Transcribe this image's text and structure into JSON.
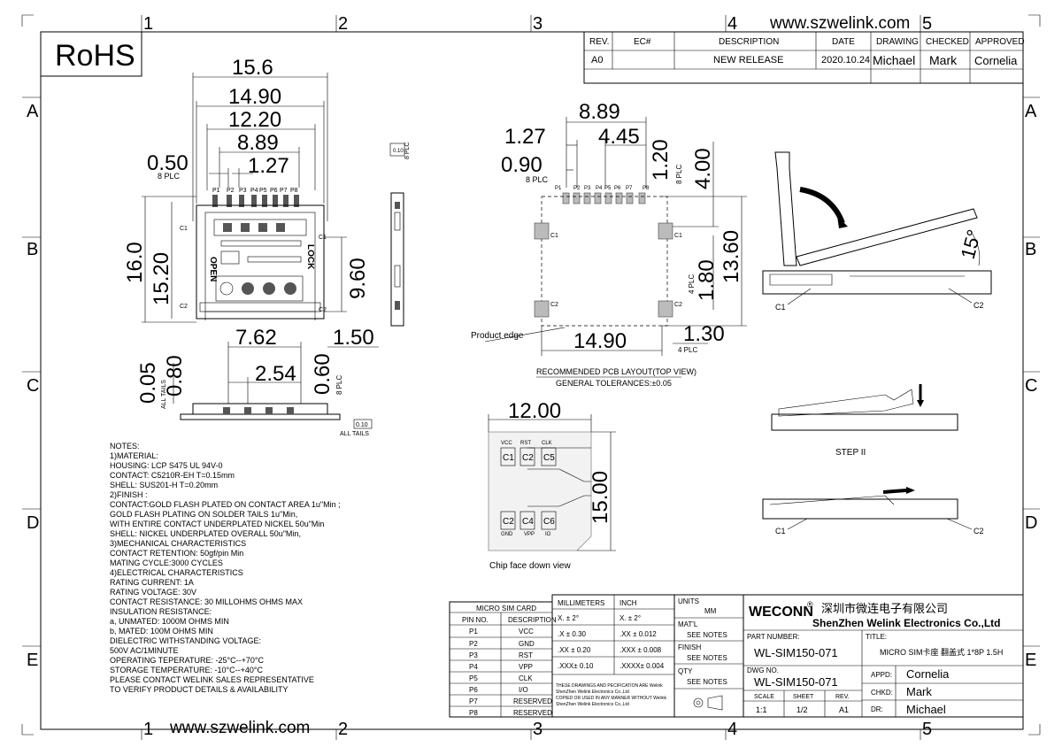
{
  "website": "www.szwelink.com",
  "rohs": "RoHS",
  "grid": {
    "columns": [
      "1",
      "2",
      "3",
      "4",
      "5"
    ],
    "rows": [
      "A",
      "B",
      "C",
      "D",
      "E"
    ]
  },
  "revision_table": {
    "headers": [
      "REV.",
      "EC#",
      "DESCRIPTION",
      "DATE",
      "DRAWING",
      "CHECKED",
      "APPROVED"
    ],
    "row": [
      "A0",
      "",
      "NEW RELEASE",
      "2020.10.24",
      "Michael",
      "Mark",
      "Cornelia"
    ]
  },
  "dims": {
    "w156": "15.6",
    "w1490": "14.90",
    "w1220": "12.20",
    "w889": "8.89",
    "w050": "0.50",
    "w127": "1.27",
    "plc8": "8 PLC",
    "h160": "16.0",
    "h1520": "15.20",
    "h960": "9.60",
    "w762": "7.62",
    "w254": "2.54",
    "w150": "1.50",
    "h005": "0.05",
    "h080": "0.80",
    "h060": "0.60",
    "alltails": "ALL TAILS",
    "tol010": "0.10",
    "open": "OPEN",
    "lock": "LOCK",
    "c1": "C1",
    "c2": "C2",
    "pins": [
      "P1",
      "P2",
      "P3",
      "P4",
      "P5",
      "P6",
      "P7",
      "P8"
    ]
  },
  "pcb": {
    "d889": "8.89",
    "d127": "1.27",
    "d445": "4.45",
    "d090": "0.90",
    "d120": "1.20",
    "d400": "4.00",
    "d180": "1.80",
    "d1360": "13.60",
    "d1490": "14.90",
    "d130": "1.30",
    "plc4": "4 PLC",
    "plc8": "8 PLC",
    "product_edge": "Product edge",
    "caption": "RECOMMENDED PCB LAYOUT(TOP VIEW)",
    "tolerance": "GENERAL TOLERANCES:±0.05"
  },
  "side": {
    "angle": "15°",
    "c1": "C1",
    "c2": "C2",
    "step": "STEP II"
  },
  "chip": {
    "w": "12.00",
    "h": "15.00",
    "top_labels": [
      "VCC",
      "RST",
      "CLK"
    ],
    "top_cells": [
      "C1",
      "C2",
      "C5"
    ],
    "bottom_cells": [
      "C2",
      "C4",
      "C6"
    ],
    "bottom_labels": [
      "GND",
      "VPP",
      "IO"
    ],
    "caption": "Chip face down view"
  },
  "notes": [
    "NOTES:",
    "1)MATERIAL:",
    "HOUSING: LCP S475 UL 94V-0",
    "CONTACT: C5210R-EH T=0.15mm",
    "SHELL:   SUS201-H T=0.20mm",
    "2)FINISH :",
    "CONTACT:GOLD FLASH PLATED ON CONTACT AREA 1u\"Min ;",
    "     GOLD FLASH PLATING ON SOLDER TAILS 1u\"Min,",
    "     WITH ENTIRE CONTACT UNDERPLATED NICKEL 50u\"Min",
    "SHELL:  NICKEL UNDERPLATED OVERALL 50u\"Min,",
    "3)MECHANICAL CHARACTERISTICS",
    "  CONTACT RETENTION:  50gf/pin Min",
    "  MATING CYCLE:3000 CYCLES",
    "4)ELECTRICAL CHARACTERISTICS",
    "  RATING CURRENT: 1A",
    "  RATING VOLTAGE: 30V",
    "  CONTACT RESISTANCE: 30 MILLOHMS OHMS MAX",
    "  INSULATION RESISTANCE:",
    "   a, UNMATED: 1000M OHMS MIN",
    "   b, MATED:   100M OHMS MIN",
    "  DIELECTRIC WITHSTANDING VOLTAGE:",
    "     500V AC/1MINUTE",
    "  OPERATING TEPERATURE: -25°C--+70°C",
    "  STORAGE TEMPERATURE: -10°C--+40°C",
    "PLEASE CONTACT WELINK SALES REPRESENTATIVE",
    "TO VERIFY PRODUCT DETAILS & AVAILABILITY"
  ],
  "pin_table": {
    "title": "MICRO SIM CARD",
    "headers": [
      "PIN NO.",
      "DESCRIPTION"
    ],
    "rows": [
      [
        "P1",
        "VCC"
      ],
      [
        "P2",
        "GND"
      ],
      [
        "P3",
        "RST"
      ],
      [
        "P4",
        "VPP"
      ],
      [
        "P5",
        "CLK"
      ],
      [
        "P6",
        "I/O"
      ],
      [
        "P7",
        "RESERVED"
      ],
      [
        "P8",
        "RESERVED"
      ]
    ]
  },
  "tol_table": {
    "mm": "MILLIMETERS",
    "inch": "INCH",
    "rows": [
      [
        "X.   ±  2°",
        "X.   ±  2°"
      ],
      [
        ".X   ± 0.30",
        ".XX  ± 0.012"
      ],
      [
        ".XX  ± 0.20",
        ".XXX  ± 0.008"
      ],
      [
        ".XXX± 0.10",
        ".XXXX± 0.004"
      ]
    ],
    "disclaimer": [
      "THESE DRAWINGS AND PECIFICATION  ARE Welink",
      "ShenZhen Welink Electronics Co.,Ltd",
      "COPIED OR USED IN ANY MANNER WITHOUT Welink",
      "ShenZhen Welink Electronics Co.,Ltd"
    ]
  },
  "units_col": {
    "units": "UNITS",
    "mm": "MM",
    "matl": "MAT'L",
    "see1": "SEE NOTES",
    "finish": "FINISH",
    "see2": "SEE NOTES",
    "qty": "QTY",
    "see3": "SEE NOTES"
  },
  "title_block": {
    "logo": "WECONN",
    "reg": "®",
    "company_cn": "深圳市微连电子有限公司",
    "company_en": "ShenZhen Welink Electronics Co.,Ltd",
    "part_label": "PART NUMBER:",
    "part": "WL-SIM150-071",
    "title_label": "TITLE:",
    "title": "MICRO SIM卡座 翻盖式 1*8P 1.5H",
    "dwg_label": "DWG NO.",
    "dwg": "WL-SIM150-071",
    "scale_label": "SCALE",
    "scale": "1:1",
    "sheet_label": "SHEET",
    "sheet": "1/2",
    "rev_label": "REV.",
    "rev": "A1",
    "appd_label": "APPD:",
    "appd": "Cornelia",
    "chkd_label": "CHKD:",
    "chkd": "Mark",
    "dr_label": "DR:",
    "dr": "Michael"
  }
}
